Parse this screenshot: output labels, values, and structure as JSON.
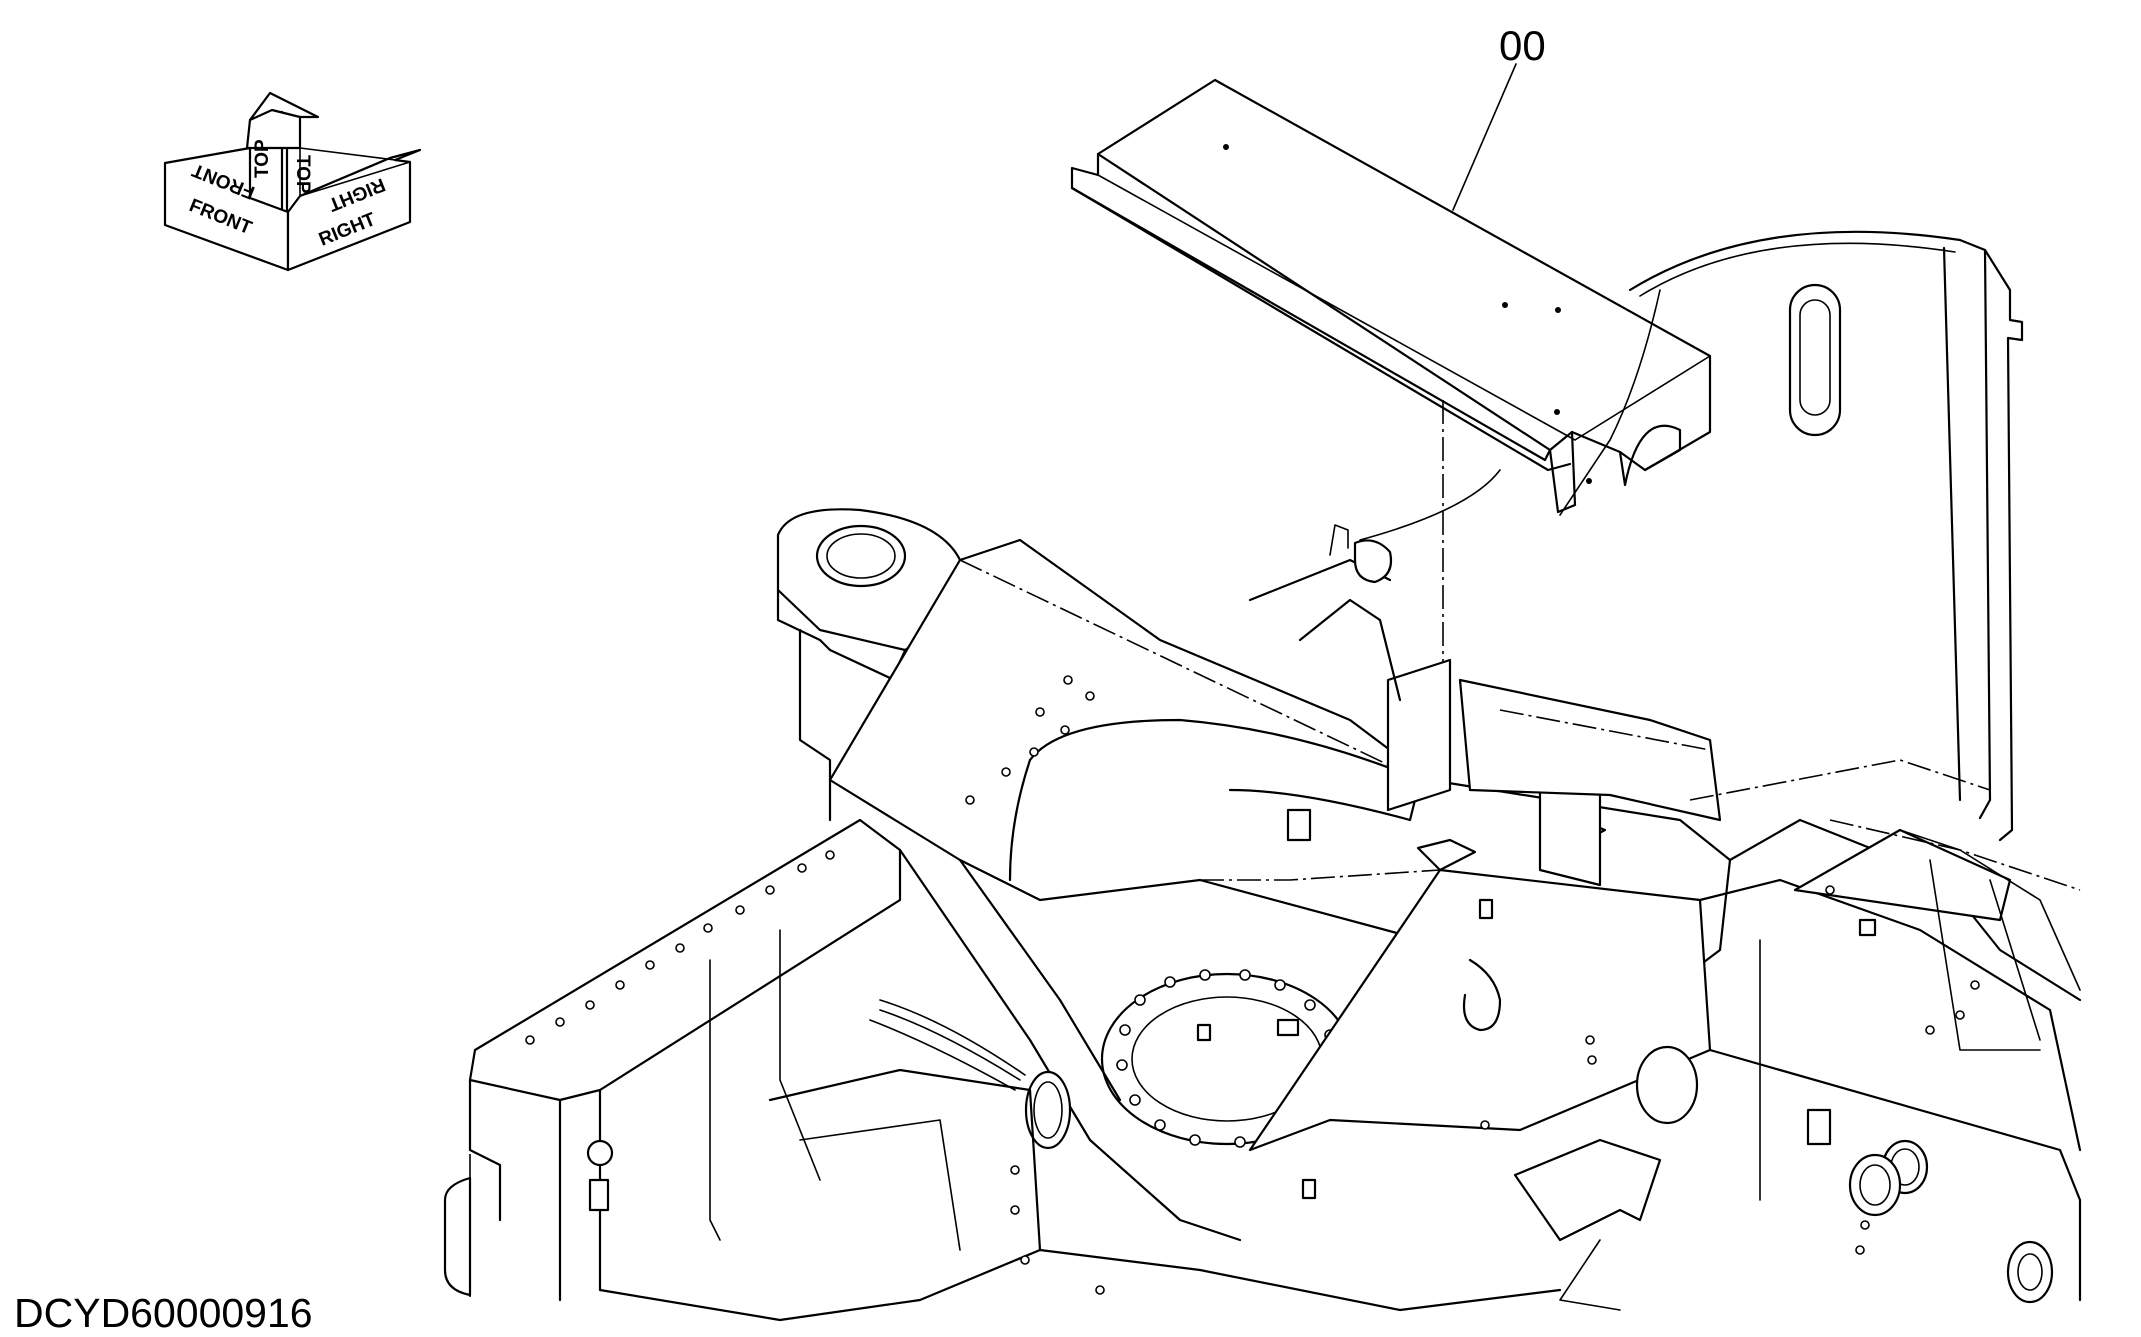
{
  "orientation": {
    "front": "FRONT",
    "top": "TOP",
    "right": "RIGHT"
  },
  "callout": {
    "part_number": "00"
  },
  "drawing_id": "DCYD60000916"
}
